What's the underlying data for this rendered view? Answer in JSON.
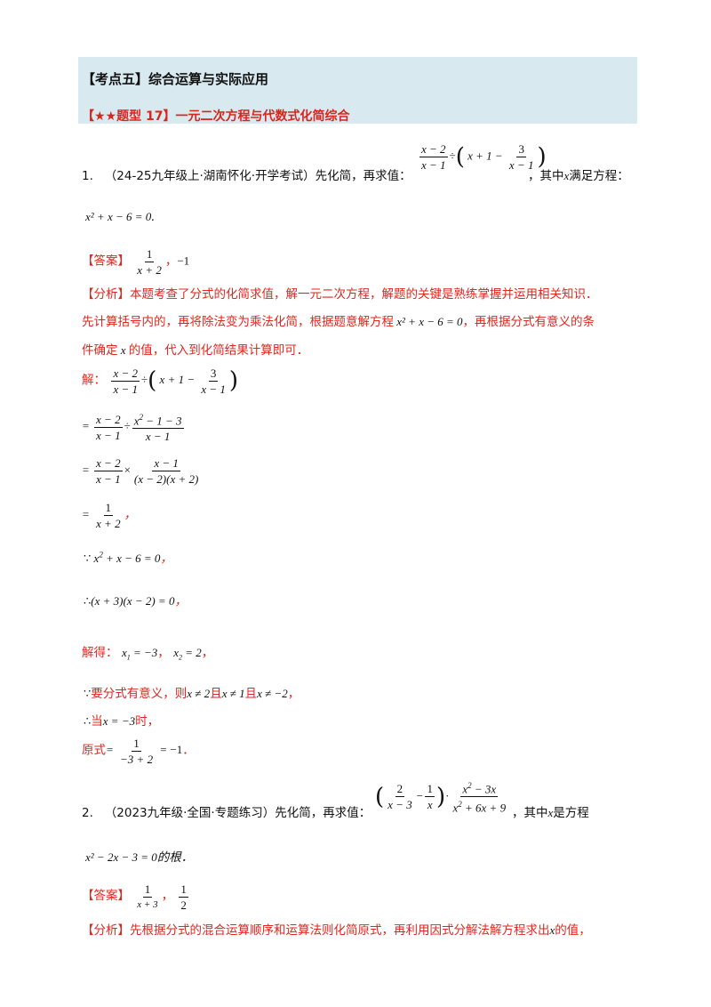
{
  "header": {
    "section": "【考点五】综合运算与实际应用",
    "type": "【★★题型 17】一元二次方程与代数式化简综合"
  },
  "q1": {
    "number": "1.",
    "source": "（24-25九年级上·湖南怀化·开学考试）先化简，再求值：",
    "condition_text": "，其中",
    "condition_var": "x",
    "condition_tail": "满足方程：",
    "equation": "x² + x − 6 = 0",
    "eq_end": ".",
    "answer_label": "【答案】",
    "answer_value": "−1",
    "analysis_label": "【分析】",
    "analysis_line1": "本题考查了分式的化简求值，解一元二次方程，解题的关键是熟练掌握并运用相关知识．",
    "analysis_line2a": "先计算括号内的，再将除法变为乘法化简，根据题意解方程",
    "analysis_line2b": "，再根据分式有意义的条",
    "analysis_line3a": "件确定",
    "analysis_line3b": "的值，代入到化简结果计算即可．",
    "solution_label": "解：",
    "because": "∵",
    "therefore": "∴",
    "solved_label": "解得：",
    "meaningful_text": "要分式有意义，则",
    "and_text": "且",
    "when_text": "当",
    "time_text": "时，",
    "original_label": "原式",
    "result": "−1"
  },
  "q2": {
    "number": "2.",
    "source": "（2023九年级·全国·专题练习）先化简，再求值：",
    "condition_text": "，其中",
    "condition_var": "x",
    "condition_tail": "是方程",
    "equation": "x² − 2x − 3 = 0",
    "root_text": "的根．",
    "answer_label": "【答案】",
    "answer_value": "1/2",
    "analysis_label": "【分析】",
    "analysis_text": "先根据分式的混合运算顺序和运算法则化简原式，再利用因式分解法解方程求出",
    "analysis_var": "x",
    "analysis_tail": "的值，"
  }
}
